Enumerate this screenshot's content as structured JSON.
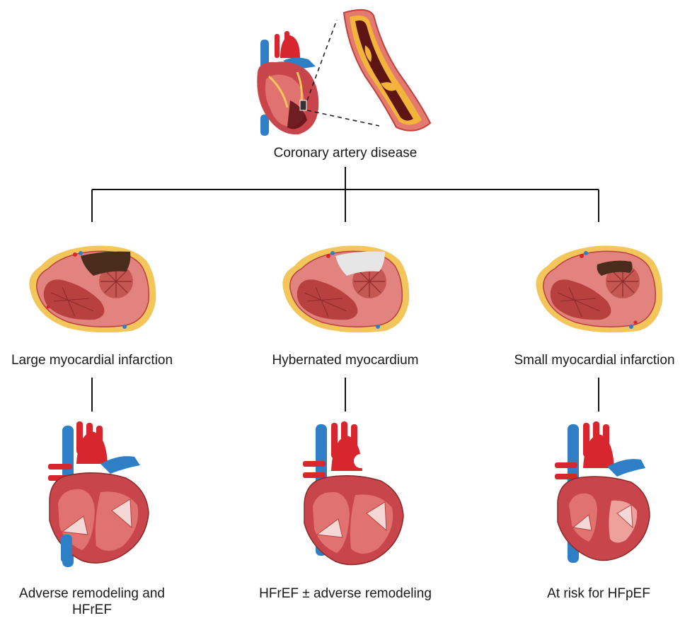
{
  "root": {
    "label": "Coronary artery disease",
    "illustration": "heart-with-coronary-plaque-icon",
    "inset": "narrowed-artery-plaque-icon"
  },
  "branches": [
    {
      "label": "Large myocardial infarction",
      "section_icon": "ventricle-cross-section-large-infarct-icon",
      "infarct_color": "#4a2c1c",
      "outcome_label": "Adverse remodeling and HFrEF",
      "outcome_icon": "dilated-heart-icon"
    },
    {
      "label": "Hybernated myocardium",
      "section_icon": "ventricle-cross-section-hibernated-icon",
      "infarct_color": "#e6e6e6",
      "outcome_label": "HFrEF ± adverse remodeling",
      "outcome_icon": "dilated-heart-icon"
    },
    {
      "label": "Small myocardial infarction",
      "section_icon": "ventricle-cross-section-small-infarct-icon",
      "infarct_color": "#4a2c1c",
      "outcome_label": "At risk for HFpEF",
      "outcome_icon": "hypertrophic-heart-icon"
    }
  ],
  "colors": {
    "myocardium": "#e3837f",
    "myocardium_dark": "#b8413f",
    "fat": "#f2c65a",
    "vein": "#2f7fc7",
    "artery": "#d8262e",
    "connector": "#111111"
  }
}
